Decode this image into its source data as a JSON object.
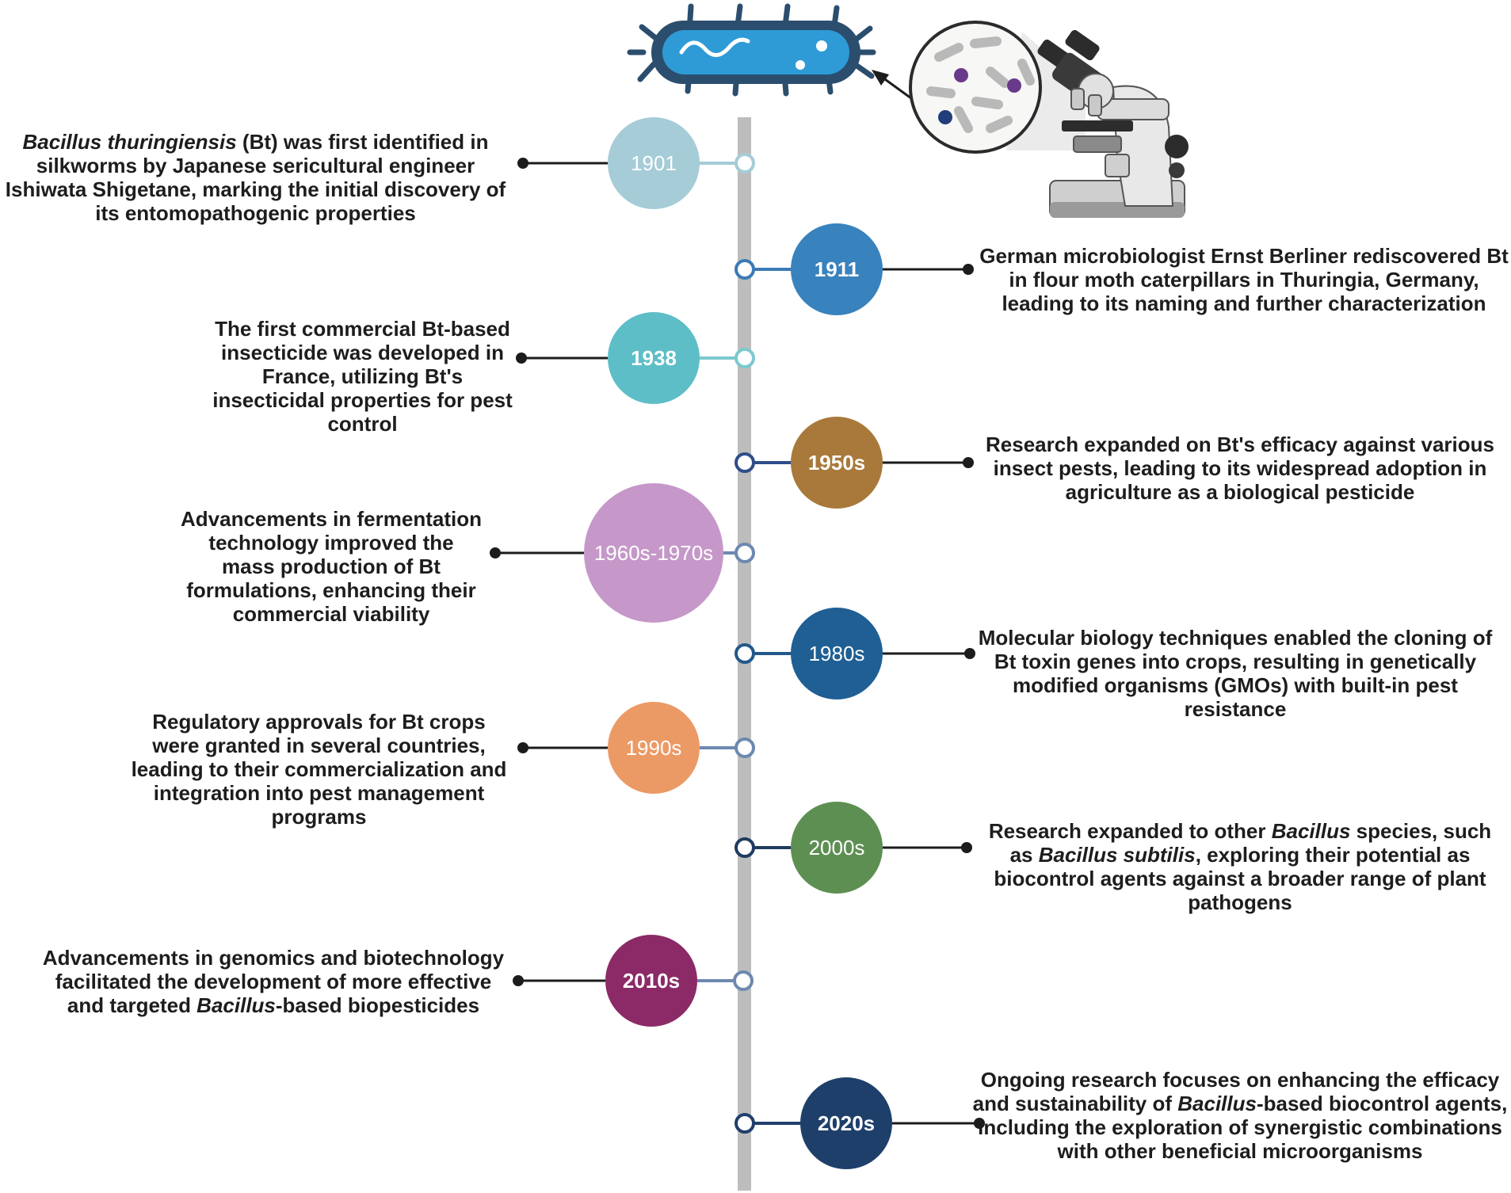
{
  "colors": {
    "axis": "#bdbdbd",
    "connector": "#1c1c1c",
    "bacterium_body": "#2e9bd6",
    "bacterium_outline": "#2b4e6e"
  },
  "events": [
    {
      "year": "1901",
      "side": "left",
      "color": "#a5ccd7",
      "ring": "#a5ccd7",
      "bold": false,
      "text_parts": [
        {
          "i": true,
          "t": "Bacillus thuringiensis"
        },
        {
          "t": " (Bt) was first identified in silkworms by Japanese sericultural engineer Ishiwata Shigetane, marking the initial discovery of its entomopathogenic properties"
        }
      ]
    },
    {
      "year": "1911",
      "side": "right",
      "color": "#3882bd",
      "ring": "#3b7ab5",
      "bold": true,
      "text_parts": [
        {
          "t": "German microbiologist Ernst Berliner rediscovered Bt in flour moth caterpillars in Thuringia, Germany, leading to its naming and further characterization"
        }
      ]
    },
    {
      "year": "1938",
      "side": "left",
      "color": "#5dbec7",
      "ring": "#7cc9cf",
      "bold": true,
      "text_parts": [
        {
          "t": "The first commercial Bt-based insecticide was developed in France, utilizing Bt's insecticidal properties for pest control"
        }
      ]
    },
    {
      "year": "1950s",
      "side": "right",
      "color": "#a8793a",
      "ring": "#2f4d8a",
      "bold": true,
      "text_parts": [
        {
          "t": "Research expanded on Bt's efficacy against various insect pests, leading to its widespread adoption in agriculture as a biological pesticide"
        }
      ]
    },
    {
      "year": "1960s-1970s",
      "side": "left",
      "color": "#c598c9",
      "ring": "#6d89b0",
      "bold": false,
      "text_parts": [
        {
          "t": "Advancements in fermentation technology improved the mass production of Bt formulations, enhancing their commercial viability"
        }
      ]
    },
    {
      "year": "1980s",
      "side": "right",
      "color": "#1f5f94",
      "ring": "#23588a",
      "bold": false,
      "text_parts": [
        {
          "t": "Molecular biology techniques enabled the cloning of Bt toxin genes into crops, resulting in genetically modified organisms (GMOs) with built-in pest resistance"
        }
      ]
    },
    {
      "year": "1990s",
      "side": "left",
      "color": "#eb9a65",
      "ring": "#6d89b0",
      "bold": false,
      "text_parts": [
        {
          "t": "Regulatory approvals for Bt crops were granted in several countries, leading to their commercialization and integration into pest management programs"
        }
      ]
    },
    {
      "year": "2000s",
      "side": "right",
      "color": "#5d8f52",
      "ring": "#1f3c5f",
      "bold": false,
      "text_parts": [
        {
          "t": "Research expanded to other "
        },
        {
          "i": true,
          "t": "Bacillus"
        },
        {
          "t": " species, such as "
        },
        {
          "i": true,
          "t": "Bacillus subtilis"
        },
        {
          "t": ", exploring their potential as biocontrol agents against a broader range of plant pathogens"
        }
      ]
    },
    {
      "year": "2010s",
      "side": "left",
      "color": "#8b2a67",
      "ring": "#6d89b0",
      "bold": true,
      "text_parts": [
        {
          "t": "Advancements in genomics and biotechnology facilitated the development of more effective and targeted "
        },
        {
          "i": true,
          "t": "Bacillus"
        },
        {
          "t": "-based biopesticides"
        }
      ]
    },
    {
      "year": "2020s",
      "side": "right",
      "color": "#1f3f6b",
      "ring": "#1f3f6b",
      "bold": true,
      "text_parts": [
        {
          "t": "Ongoing research focuses on enhancing the efficacy and sustainability of "
        },
        {
          "i": true,
          "t": "Bacillus"
        },
        {
          "t": "-based biocontrol agents, including the exploration of synergistic combinations with other beneficial microorganisms"
        }
      ]
    }
  ]
}
